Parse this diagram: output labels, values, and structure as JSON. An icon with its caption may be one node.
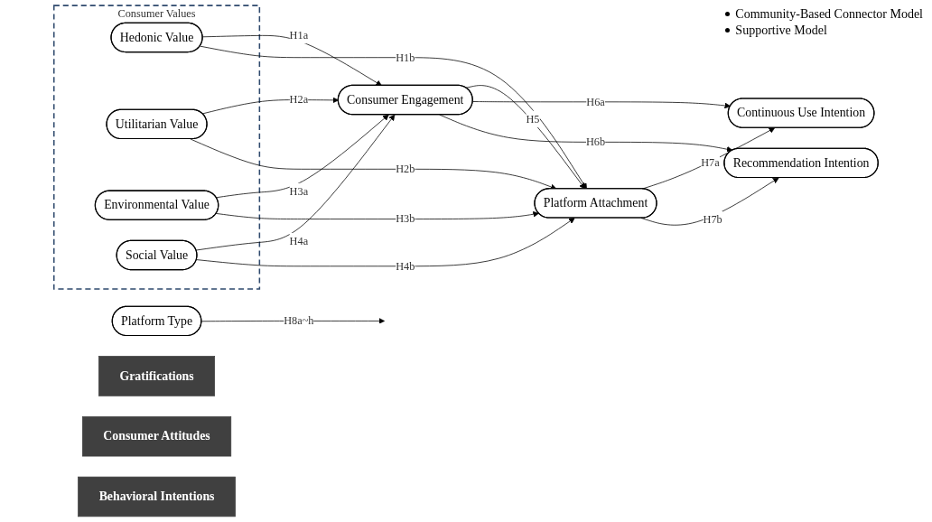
{
  "diagram": {
    "nodes": [
      {
        "text": [
          "Consumer Values"
        ]
      },
      {
        "text": [
          "Hedonic Value"
        ],
        "in": 0
      },
      {
        "text": [
          "Utilitarian Value"
        ],
        "in": 0
      },
      {
        "text": [
          "Environmental Value"
        ],
        "in": 0
      },
      {
        "text": [
          "Social Value"
        ],
        "in": 0
      },
      {
        "text": [
          "Platform Type"
        ],
        "beside": [
          "Community-Based Connector Model",
          "Supportive Model"
        ]
      },
      {
        "text": [
          "Consumer Engagement"
        ]
      },
      {
        "text": [
          "Platform Attachment"
        ]
      },
      {
        "text": [
          "Continuous Use Intention"
        ]
      },
      {
        "text": [
          "Recommendation Intention"
        ]
      },
      {
        "text": [
          "Gratifications"
        ]
      },
      {
        "text": [
          "Consumer Attitudes"
        ]
      },
      {
        "text": [
          "Behavioral Intentions"
        ]
      }
    ],
    "edges": [
      {
        "from": 1,
        "to": 6,
        "label": "H1a",
        "arrow": "to"
      },
      {
        "from": 1,
        "to": 7,
        "label": "H1b",
        "arrow": "to"
      },
      {
        "from": 2,
        "to": 6,
        "label": "H2a",
        "arrow": "to"
      },
      {
        "from": 2,
        "to": 7,
        "label": "H2b",
        "arrow": "to"
      },
      {
        "from": 3,
        "to": 6,
        "label": "H3a",
        "arrow": "to"
      },
      {
        "from": 3,
        "to": 7,
        "label": "H3b",
        "arrow": "to"
      },
      {
        "from": 4,
        "to": 6,
        "label": "H4a",
        "arrow": "to"
      },
      {
        "from": 4,
        "to": 7,
        "label": "H4b",
        "arrow": "to"
      },
      {
        "from": 5,
        "to": null,
        "label": "H8a~h",
        "arrow": "to"
      },
      {
        "from": 6,
        "to": 7,
        "label": "H5",
        "arrow": "to"
      },
      {
        "from": 6,
        "to": 8,
        "label": "H6a",
        "arrow": "to"
      },
      {
        "from": 6,
        "to": 9,
        "label": "H6b",
        "arrow": "to"
      },
      {
        "from": 7,
        "to": 8,
        "label": "H7a",
        "arrow": "to"
      },
      {
        "from": 7,
        "to": 9,
        "label": "H7b",
        "arrow": "to"
      }
    ]
  }
}
